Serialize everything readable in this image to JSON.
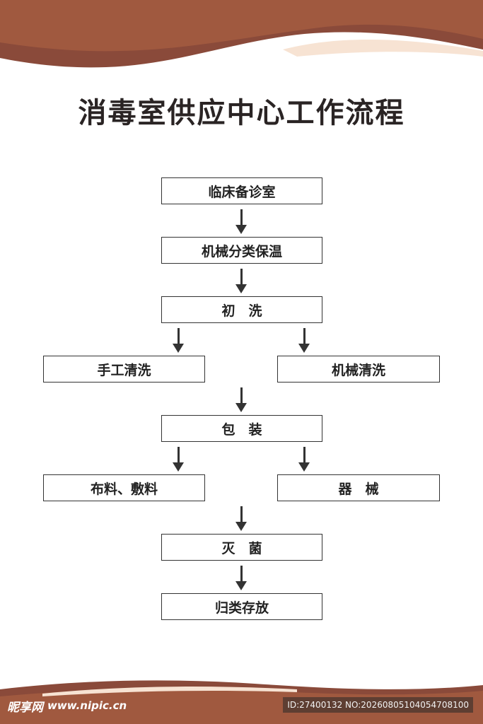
{
  "title": "消毒室供应中心工作流程",
  "steps": {
    "clinic": "临床备诊室",
    "sort": "机械分类保温",
    "prewash": "初　洗",
    "manual_wash": "手工清洗",
    "machine_wash": "机械清洗",
    "pack": "包　装",
    "cloth": "布料、敷料",
    "instrument": "器　械",
    "sterilize": "灭　菌",
    "store": "归类存放"
  },
  "watermark": {
    "logo": "昵享网",
    "site": "www.nipic.cn",
    "id": "ID:27400132 NO:20260805104054708100"
  },
  "colors": {
    "wave_dark": "#a0593f",
    "wave_mid": "#8a4a3a",
    "wave_light": "#f7e3d3",
    "box_border": "#333333",
    "text": "#2a2424"
  }
}
